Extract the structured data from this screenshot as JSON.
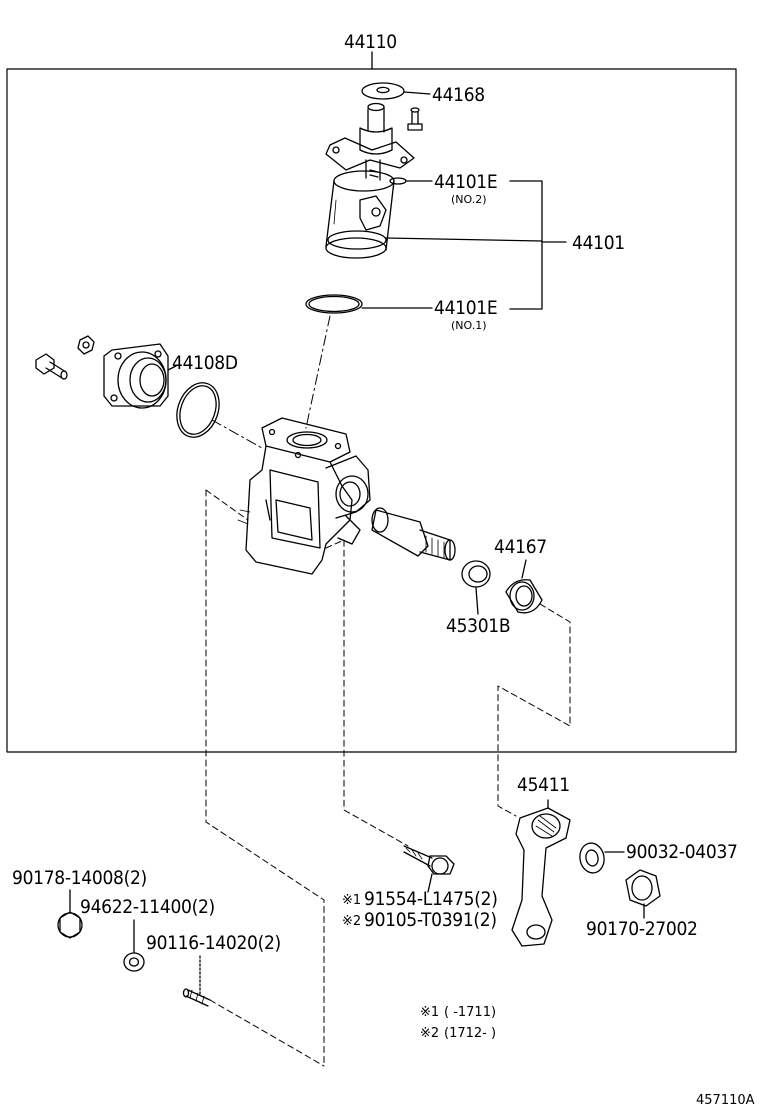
{
  "diagram": {
    "assembly": "44110",
    "parts": {
      "p44168": "44168",
      "p44101E_a": "44101E",
      "p44101E_a_sub": "(NO.2)",
      "p44101": "44101",
      "p44101E_b": "44101E",
      "p44101E_b_sub": "(NO.1)",
      "p44108D": "44108D",
      "p44167": "44167",
      "p45301B": "45301B",
      "p45411": "45411",
      "p90032": "90032-04037",
      "p90170": "90170-27002",
      "p90178": "90178-14008(2)",
      "p94622": "94622-11400(2)",
      "p90116": "90116-14020(2)",
      "p91554_mark": "※1",
      "p91554": "91554-L1475(2)",
      "p90105_mark": "※2",
      "p90105": "90105-T0391(2)"
    },
    "notes": {
      "n1_mark": "※1",
      "n1_text": "(      -1711)",
      "n2_mark": "※2",
      "n2_text": "(1712-      )"
    },
    "figure_code": "457110A"
  }
}
